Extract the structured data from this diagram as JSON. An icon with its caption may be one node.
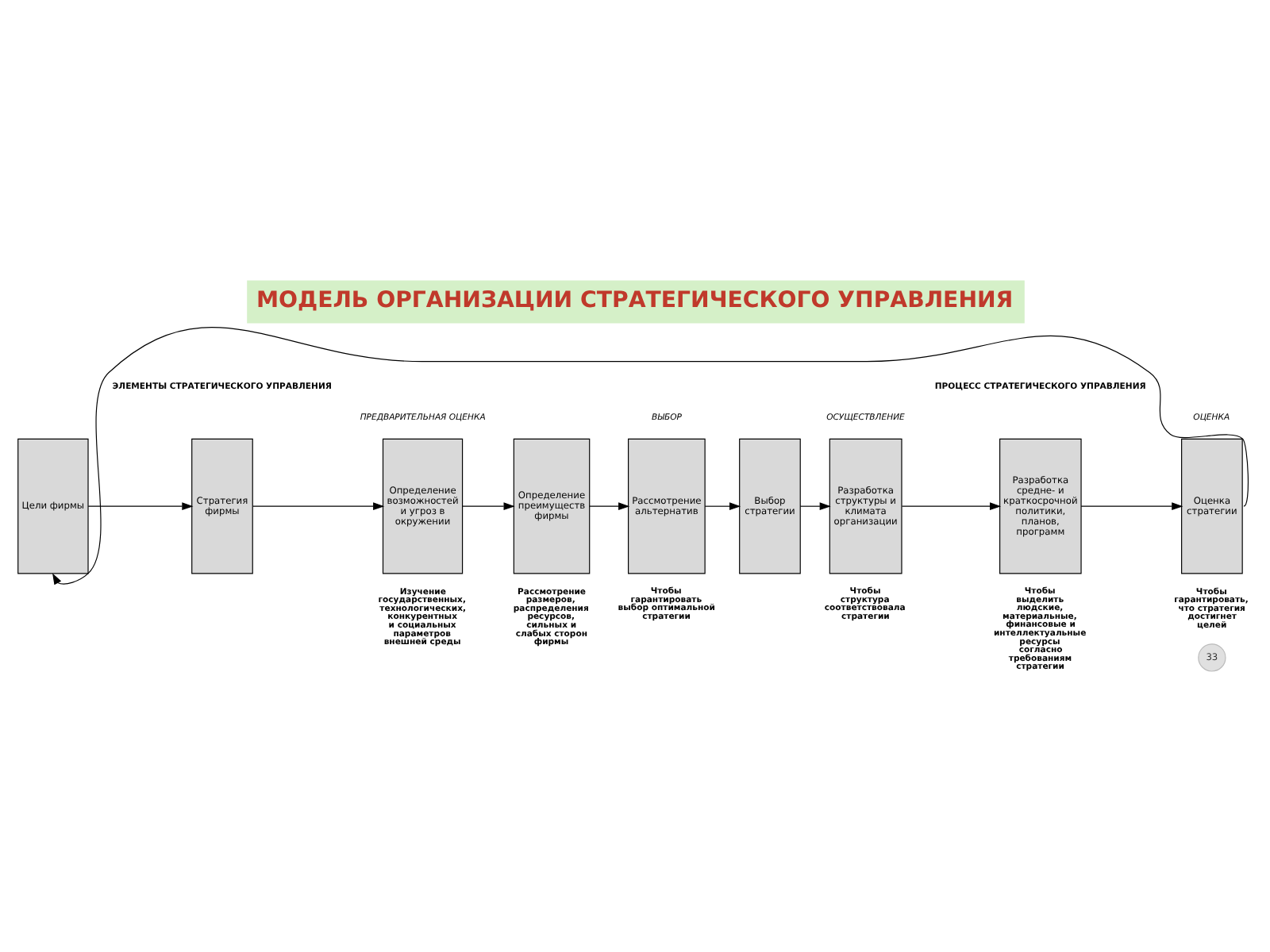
{
  "diagram": {
    "title": "МОДЕЛЬ ОРГАНИЗАЦИИ СТРАТЕГИЧЕСКОГО УПРАВЛЕНИЯ",
    "nodes": [
      {
        "text": [
          "Цели фирмы"
        ]
      },
      {
        "text": [
          "Стратегия фирмы"
        ]
      },
      {
        "text": [
          "Определение возможностей и угроз в окружении"
        ],
        "beside": [
          "Изучение государственных, технологических, конкурентных и социальных параметров внешней среды"
        ]
      },
      {
        "text": [
          "Определение преимуществ фирмы"
        ],
        "beside": [
          "Рассмотрение размеров, распределения ресурсов, сильных и слабых сторон фирмы"
        ]
      },
      {
        "text": [
          "Рассмотрение альтернатив"
        ]
      },
      {
        "text": [
          "Выбор стратегии"
        ]
      },
      {
        "text": [
          "Разработка структуры и климата организации"
        ],
        "beside": [
          "Чтобы структура соответствовала стратегии"
        ]
      },
      {
        "text": [
          "Разработка средне- и краткосрочной политики, планов, программ"
        ],
        "beside": [
          "Чтобы выделить людские, материальные, финансовые и интеллектуальные ресурсы согласно требованиям стратегии"
        ]
      },
      {
        "text": [
          "Оценка стратегии"
        ],
        "beside": [
          "Чтобы гарантировать, что стратегия достигнет целей"
        ]
      }
    ],
    "edges": [
      {
        "from": 0,
        "to": 1,
        "arrow": "to"
      },
      {
        "from": 1,
        "to": 2,
        "arrow": "to"
      },
      {
        "from": 2,
        "to": 3,
        "arrow": "to"
      },
      {
        "from": 3,
        "to": 4,
        "arrow": "to"
      },
      {
        "from": 4,
        "to": 5,
        "arrow": "to"
      },
      {
        "from": 5,
        "to": 6,
        "arrow": "to"
      },
      {
        "from": 6,
        "to": 7,
        "arrow": "to"
      },
      {
        "from": 7,
        "to": 8,
        "arrow": "to"
      },
      {
        "from": 8,
        "to": 0,
        "arrow": "to"
      }
    ],
    "labels": [
      "ЭЛЕМЕНТЫ СТРАТЕГИЧЕСКОГО УПРАВЛЕНИЯ",
      "ПРОЦЕСС СТРАТЕГИЧЕСКОГО УПРАВЛЕНИЯ",
      "ПРЕДВАРИТЕЛЬНАЯ ОЦЕНКА",
      "ВЫБОР",
      "ОСУЩЕСТВЛЕНИЕ",
      "ОЦЕНКА",
      "Чтобы гарантировать выбор оптимальной стратегии",
      "33"
    ]
  }
}
